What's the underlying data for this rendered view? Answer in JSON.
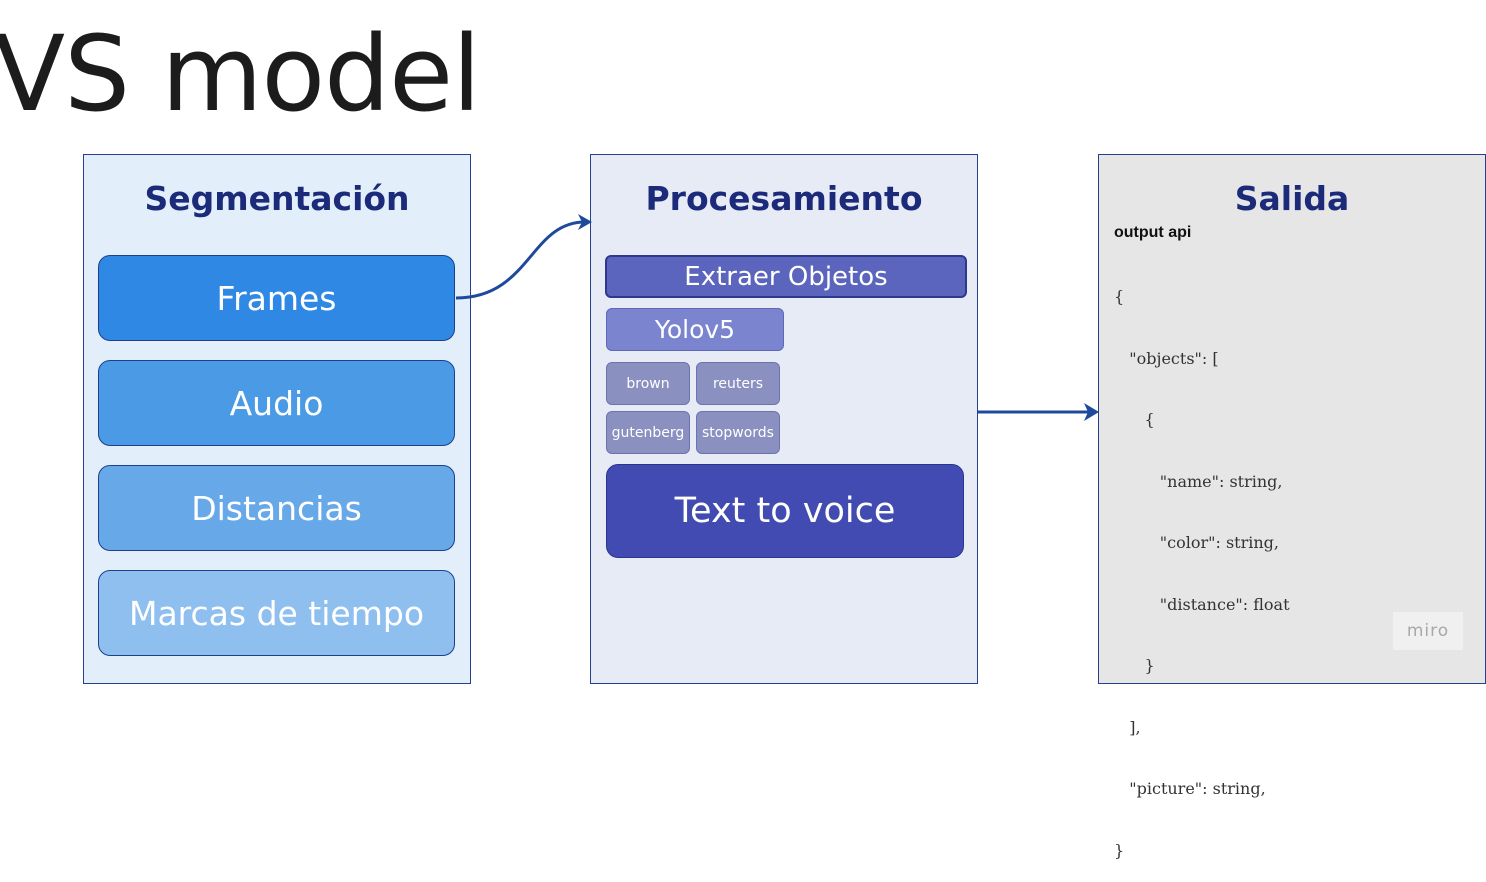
{
  "title": "VS model",
  "segmentacion": {
    "title": "Segmentación",
    "items": [
      {
        "label": "Frames",
        "color": "#2f88e4"
      },
      {
        "label": "Audio",
        "color": "#4a9ae6"
      },
      {
        "label": "Distancias",
        "color": "#67a8e9"
      },
      {
        "label": "Marcas de tiempo",
        "color": "#8ebfef"
      }
    ]
  },
  "procesamiento": {
    "title": "Procesamiento",
    "extraer": "Extraer Objetos",
    "yolo": "Yolov5",
    "chips": [
      "brown",
      "reuters",
      "gutenberg",
      "stopwords"
    ],
    "tts": "Text to voice"
  },
  "salida": {
    "title": "Salida",
    "code_title": "output api",
    "code_lines": [
      "{",
      "   \"objects\": [",
      "      {",
      "         \"name\": string,",
      "         \"color\": string,",
      "         \"distance\": float",
      "      }",
      "   ],",
      "   \"picture\": string,",
      "}"
    ]
  },
  "watermark": "miro"
}
